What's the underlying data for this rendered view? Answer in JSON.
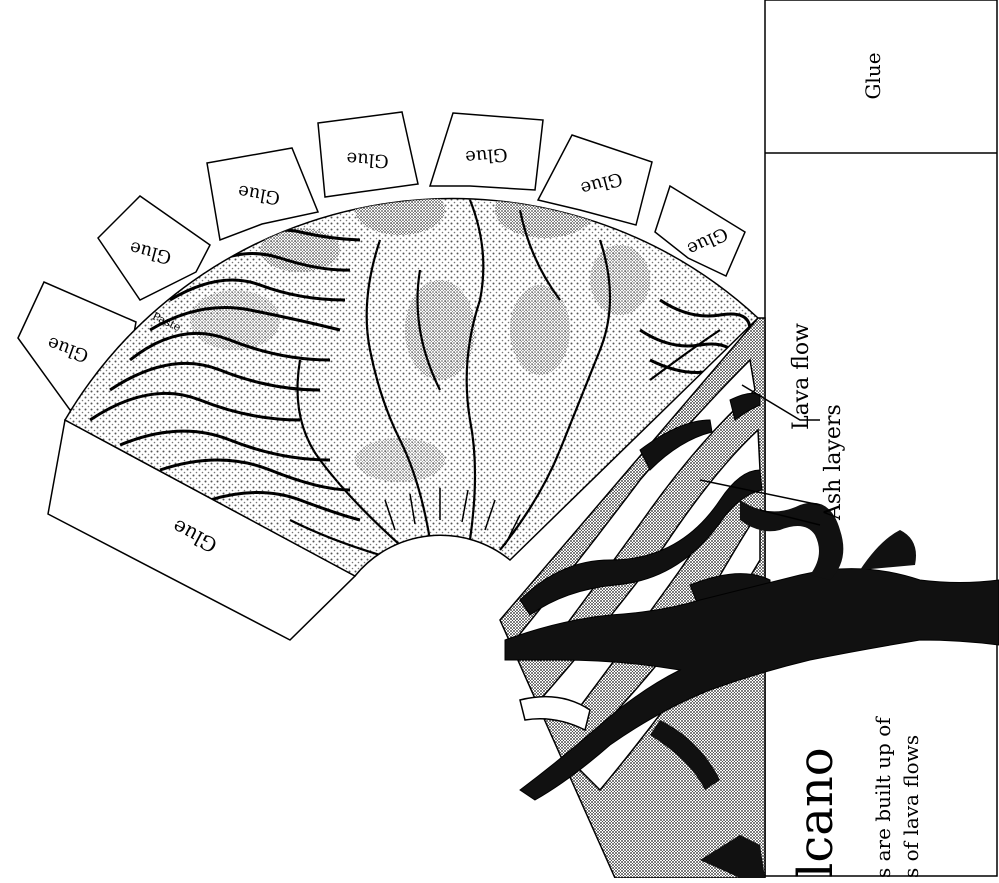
{
  "tabs": [
    "Glue",
    "Glue",
    "Glue",
    "Glue",
    "Glue",
    "Glue",
    "Glue"
  ],
  "base_tab": "Glue",
  "side_glue": "Glue",
  "labels": {
    "lava_flow": "Lava flow",
    "ash_layers": "Ash layers",
    "paste": "Paste"
  },
  "title_fragment": "lcano",
  "description_fragments": [
    "s are built up of",
    "s of lava flows"
  ],
  "colors": {
    "ink": "#000000",
    "paper": "#ffffff",
    "stipple": "#9a9a9a"
  }
}
